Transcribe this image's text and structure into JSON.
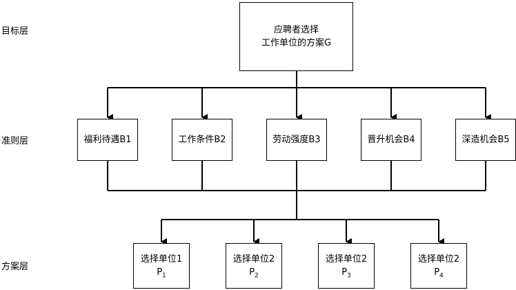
{
  "layers": {
    "goal": "目标层",
    "criteria": "准则层",
    "alternatives": "方案层"
  },
  "goal": {
    "line1": "应聘者选择",
    "line2": "工作单位的方案G"
  },
  "criteria": [
    {
      "label": "福利待遇B1"
    },
    {
      "label": "工作条件B2"
    },
    {
      "label": "劳动强度B3"
    },
    {
      "label": "晋升机会B4"
    },
    {
      "label": "深造机会B5"
    }
  ],
  "alternatives": [
    {
      "text": "选择单位1",
      "p": "P",
      "sub": "1"
    },
    {
      "text": "选择单位2",
      "p": "P",
      "sub": "2"
    },
    {
      "text": "选择单位2",
      "p": "P",
      "sub": "3"
    },
    {
      "text": "选择单位2",
      "p": "P",
      "sub": "4"
    }
  ]
}
